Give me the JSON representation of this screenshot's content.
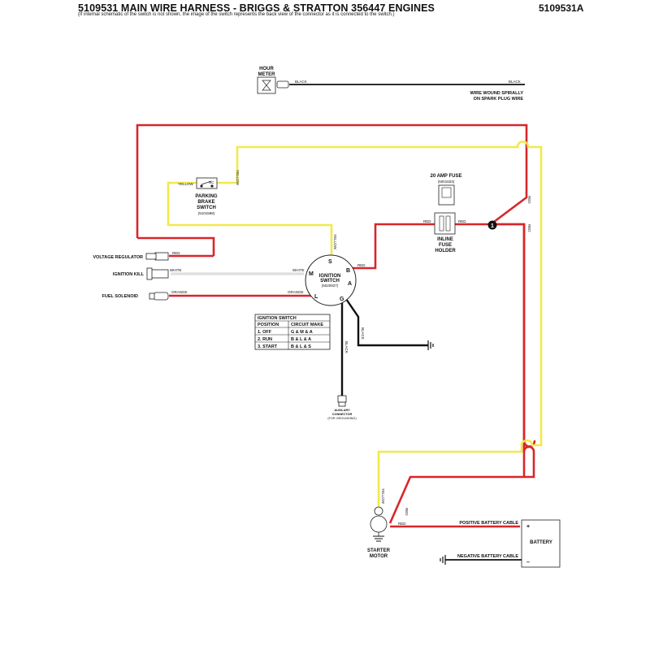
{
  "header": {
    "title": "5109531 MAIN WIRE HARNESS - BRIGGS & STRATTON 356447 ENGINES",
    "subtitle": "(If internal schematic of the switch is not shown, the image of the switch represents the back view of the connector as it is connected to the switch.)",
    "doc_id": "5109531A"
  },
  "hour_meter": {
    "label_line1": "HOUR",
    "label_line2": "METER",
    "wire_left": "BLACK",
    "wire_right": "BLACK",
    "note_line1": "WIRE WOUND SPIRALLY",
    "note_line2": "ON SPARK PLUG WIRE"
  },
  "parking_brake": {
    "yellow_left": "YELLOW",
    "contact": "NC",
    "yellow_vertical": "YELLOW",
    "label_line1": "PARKING",
    "label_line2": "BRAKE",
    "label_line3": "SWITCH",
    "part_no": "(5101588)"
  },
  "fuse": {
    "title": "20 AMP FUSE",
    "part_no": "(5001603)",
    "red_left": "RED",
    "red_right": "RED",
    "label_line1": "INLINE",
    "label_line2": "FUSE",
    "label_line3": "HOLDER"
  },
  "splice": {
    "number": "1",
    "red_upper": "RED",
    "red_right": "RED"
  },
  "left_components": {
    "voltage_regulator": "VOLTAGE REGULATOR",
    "red": "RED",
    "ignition_kill": "IGNITION KILL",
    "white_left": "WHITE",
    "fuel_solenoid": "FUEL SOLENOID",
    "orange_left": "ORANGE"
  },
  "ignition_switch": {
    "label_line1": "IGNITION",
    "label_line2": "SWITCH",
    "part_no": "(5020927)",
    "pin_s": "S",
    "pin_m": "M",
    "pin_b": "B",
    "pin_a": "A",
    "pin_l": "L",
    "pin_g": "G",
    "yellow_top": "YELLOW",
    "white_in": "WHITE",
    "orange_in": "ORANGE",
    "red_b": "RED",
    "black_ground": "BLACK",
    "black_aux": "BLACK"
  },
  "switch_table": {
    "title": "IGNITION SWITCH",
    "headers": [
      "POSITION",
      "CIRCUIT MAKE"
    ],
    "rows": [
      [
        "1. OFF",
        "G & M & A"
      ],
      [
        "2. RUN",
        "B & L & A"
      ],
      [
        "3. START",
        "B & L & S"
      ]
    ]
  },
  "aux_connector": {
    "label_line1": "AUXILARY",
    "label_line2": "CONNECTOR",
    "label_line3": "(FOR GROUNDING)"
  },
  "starter": {
    "yellow": "YELLOW",
    "red_upper": "RED",
    "red_lower": "RED",
    "label_line1": "STARTER",
    "label_line2": "MOTOR"
  },
  "battery": {
    "positive_cable": "POSITIVE BATTERY CABLE",
    "negative_cable": "NEGATIVE BATTERY CABLE",
    "label": "BATTERY",
    "plus": "+",
    "minus": "–"
  },
  "colors": {
    "red_wire": "#d8262a",
    "yellow_wire": "#f2e94a",
    "black_wire": "#111111",
    "white_wire": "#aaaaaa",
    "orange_wire": "#d8262a"
  }
}
